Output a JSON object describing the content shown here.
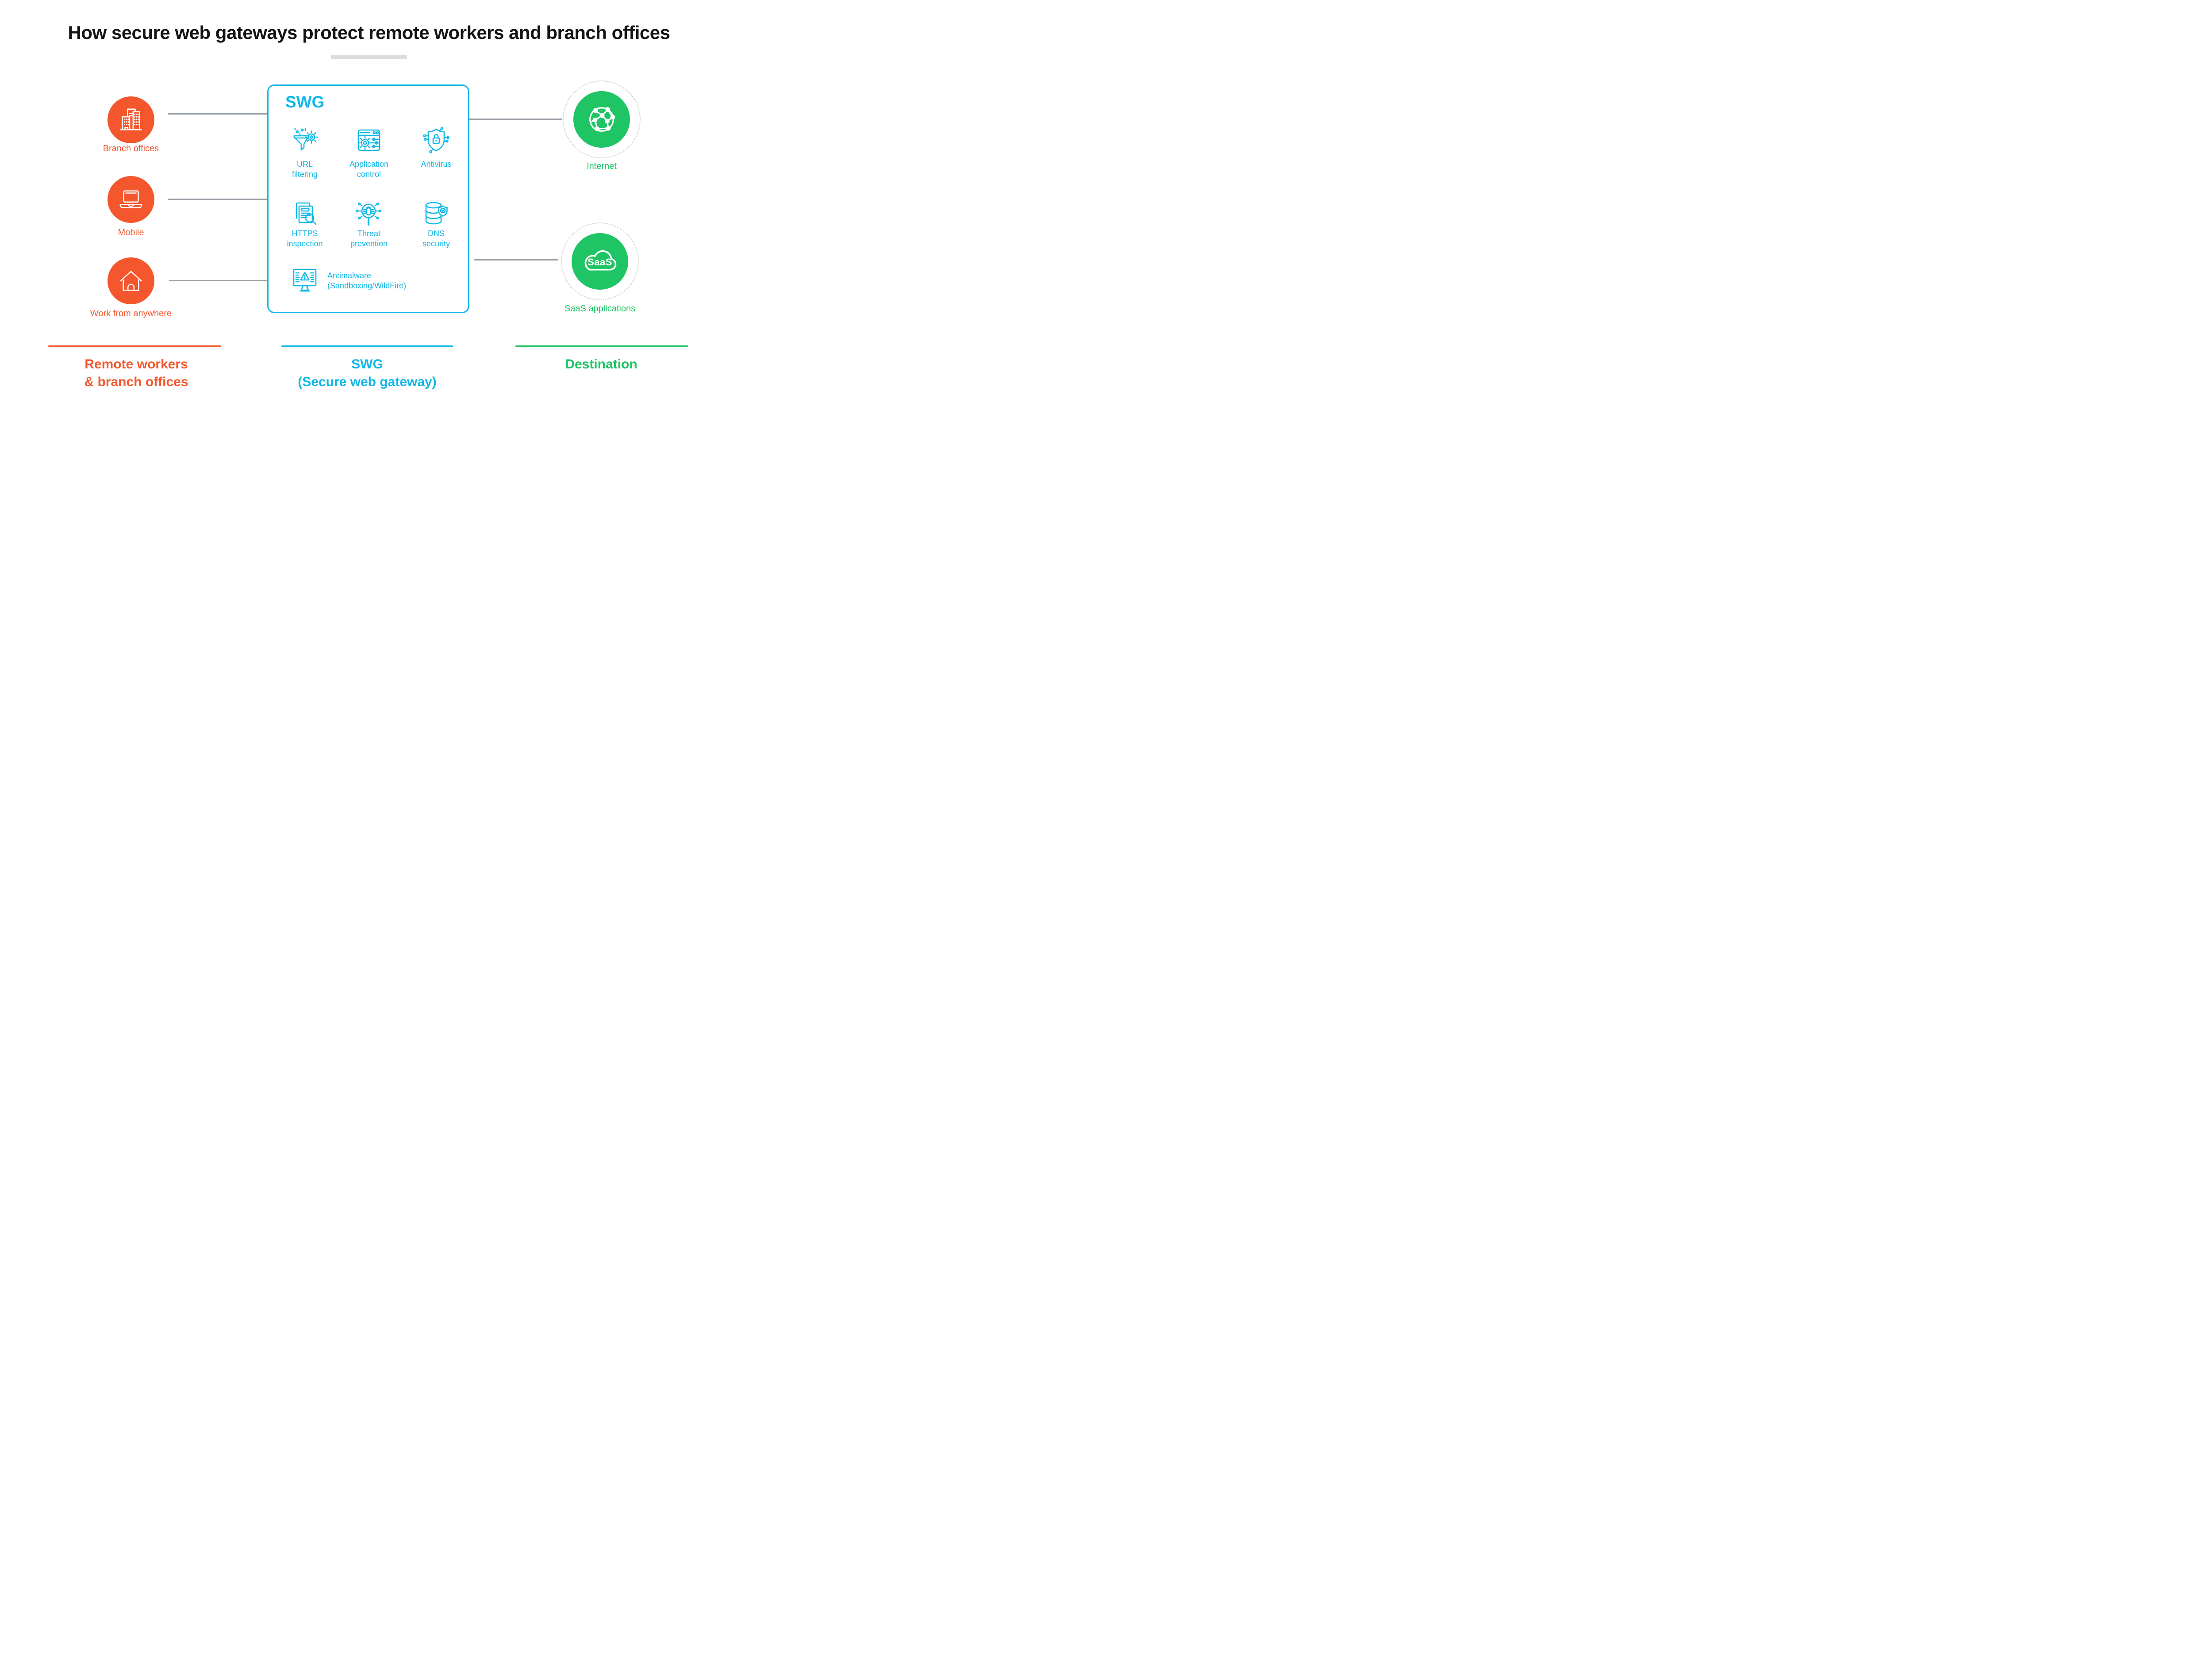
{
  "title": "How secure web gateways protect remote workers and branch offices",
  "colors": {
    "orange": "#F4572D",
    "cyan": "#10B7E8",
    "green": "#1FC464",
    "line_gray": "#9AA1A8",
    "dot_gray": "#C9C9C9",
    "divider_gray": "#DCDCDC",
    "ink": "#141414"
  },
  "sources": {
    "section_label_line1": "Remote workers",
    "section_label_line2": "& branch offices",
    "nodes": [
      {
        "icon": "buildings-icon",
        "label_line1": "Branch",
        "label_line2": "offices"
      },
      {
        "icon": "laptop-icon",
        "label_line1": "Mobile",
        "label_line2": ""
      },
      {
        "icon": "house-icon",
        "label_line1": "Work from",
        "label_line2": "anywhere"
      }
    ]
  },
  "gateway": {
    "box_title": "SWG",
    "section_label_line1": "SWG",
    "section_label_line2": "(Secure web gateway)",
    "services": [
      {
        "icon": "funnel-gear-icon",
        "label_line1": "URL",
        "label_line2": "filtering"
      },
      {
        "icon": "app-window-gear-icon",
        "label_line1": "Application",
        "label_line2": "control"
      },
      {
        "icon": "shield-lock-icon",
        "label_line1": "Antivirus",
        "label_line2": ""
      },
      {
        "icon": "document-magnifier-icon",
        "label_line1": "HTTPS",
        "label_line2": "inspection"
      },
      {
        "icon": "bug-magnifier-icon",
        "label_line1": "Threat",
        "label_line2": "prevention"
      },
      {
        "icon": "database-shield-icon",
        "label_line1": "DNS",
        "label_line2": "security"
      },
      {
        "icon": "monitor-alert-icon",
        "label_line1": "Antimalware",
        "label_line2": "(Sandboxing/WildFire)"
      }
    ]
  },
  "destinations": {
    "section_label": "Destination",
    "nodes": [
      {
        "icon": "globe-network-icon",
        "label_line1": "Internet",
        "label_line2": ""
      },
      {
        "icon": "saas-cloud-icon",
        "badge_text": "SaaS",
        "label_line1": "SaaS",
        "label_line2": "applications"
      }
    ]
  }
}
